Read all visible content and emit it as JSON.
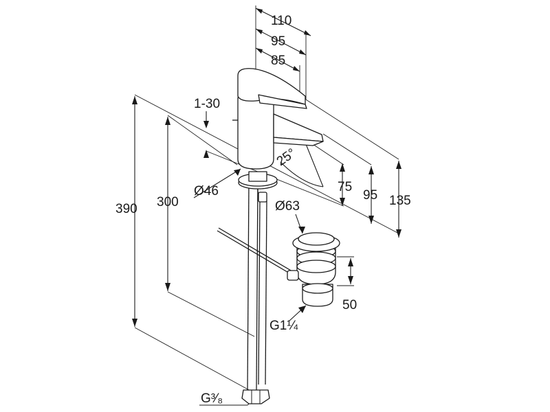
{
  "dimensions": {
    "width_110": "110",
    "width_95": "95",
    "width_85": "85",
    "range_1_30": "1-30",
    "angle_25": "25°",
    "diameter_46": "Ø46",
    "height_390": "390",
    "height_300": "300",
    "height_75": "75",
    "height_95": "95",
    "height_135": "135",
    "diameter_63": "Ø63",
    "waste_height_50": "50",
    "thread_g1_1_4": "G1¼",
    "thread_g3_8": "G³⁄₈"
  },
  "colors": {
    "ink": "#1a1a1a",
    "paper": "#ffffff"
  }
}
